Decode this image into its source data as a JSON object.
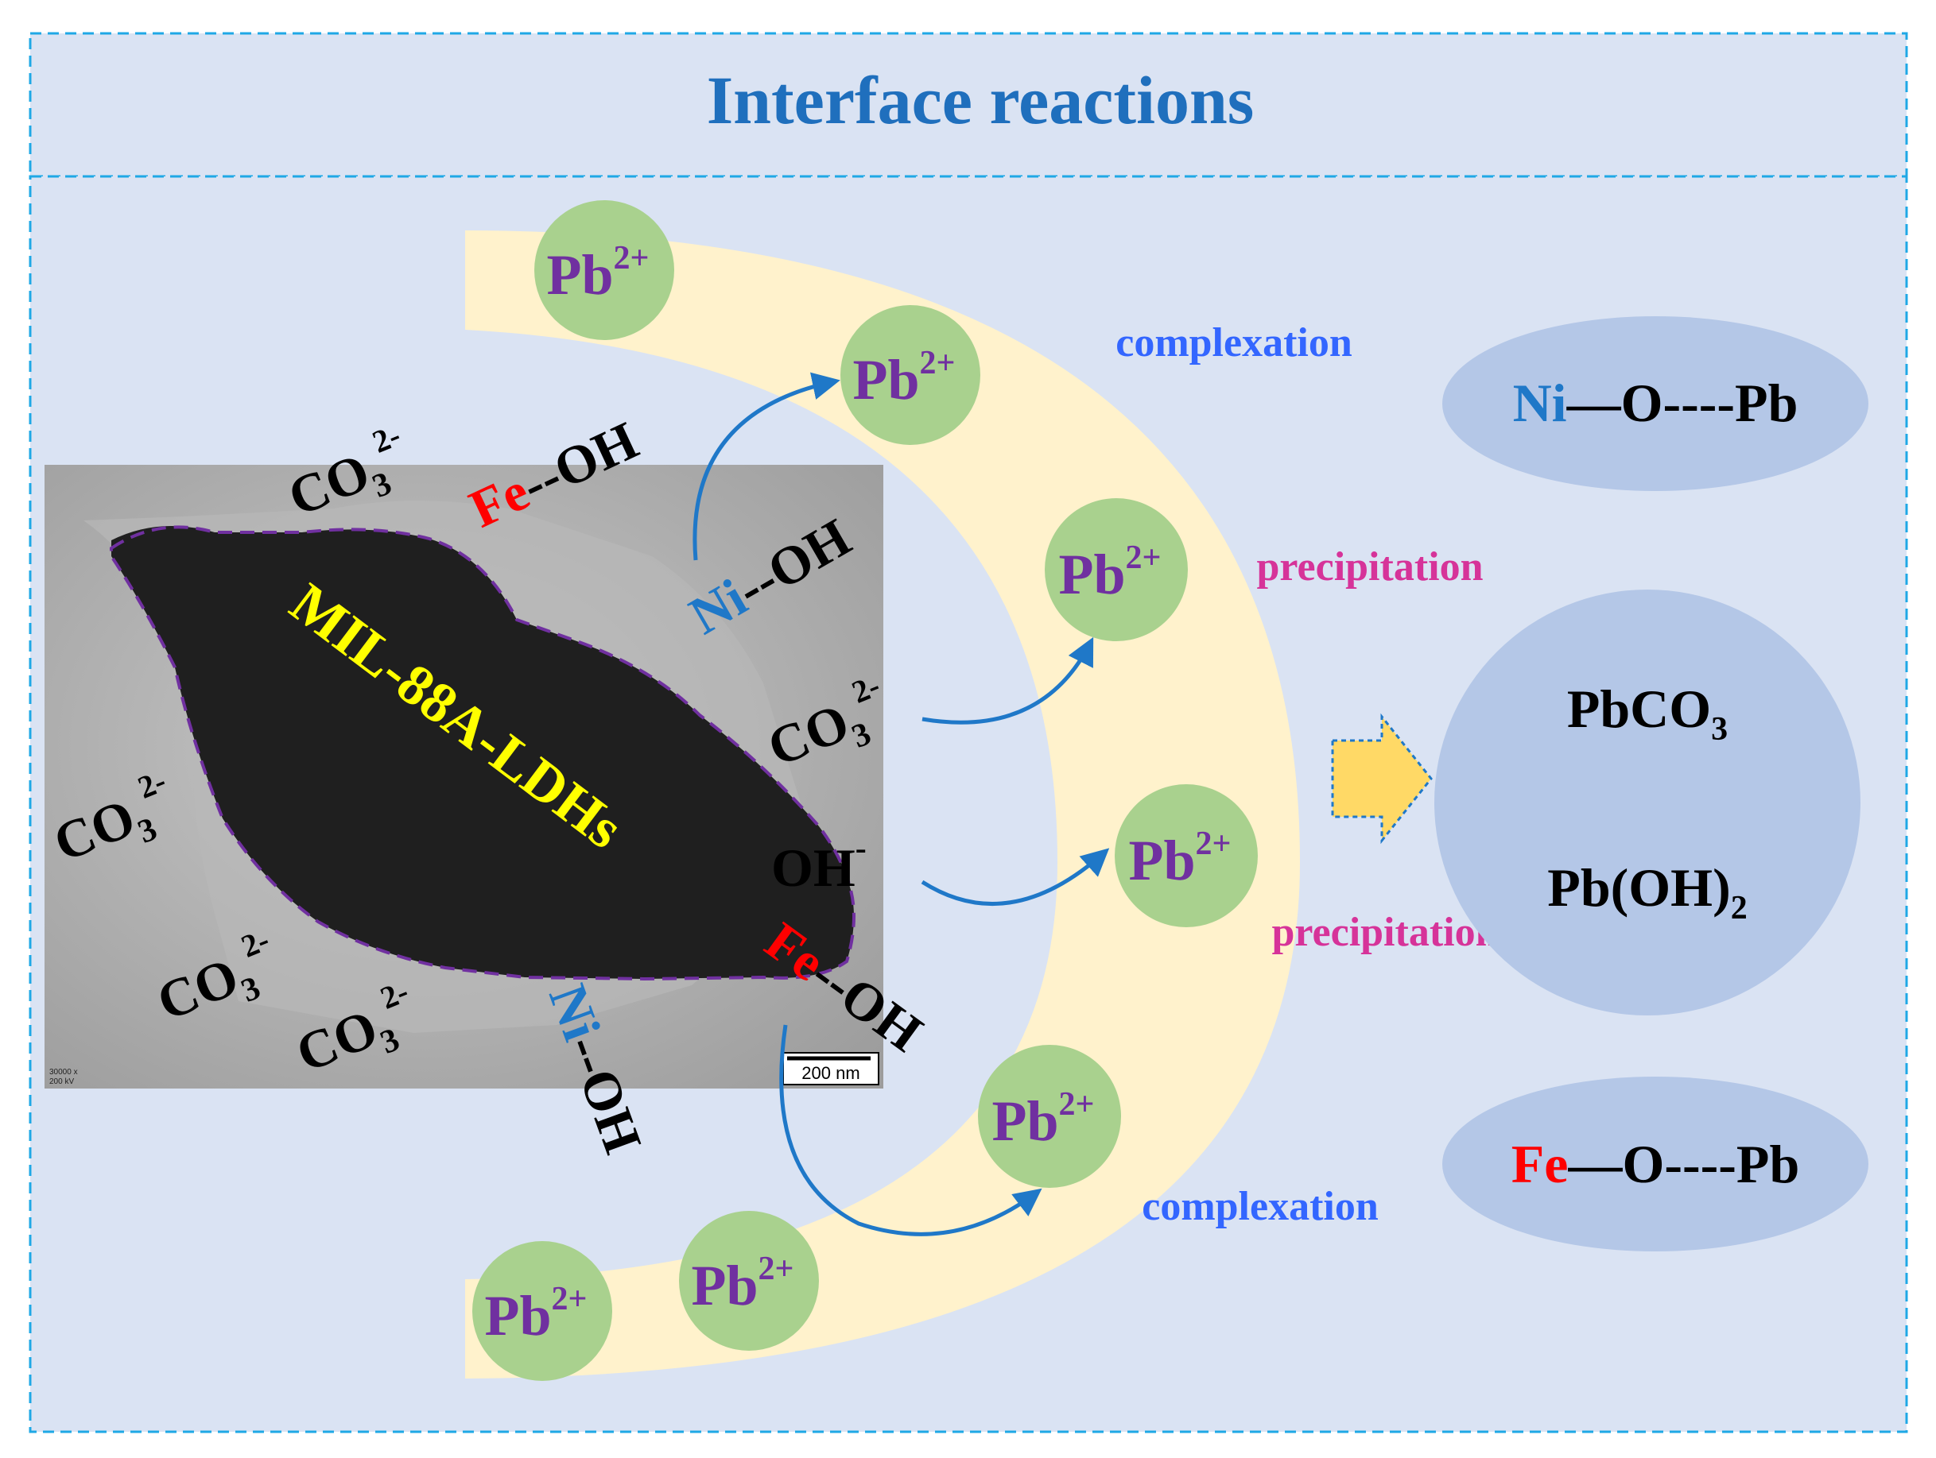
{
  "title": "Interface reactions",
  "particle_label": "MIL-88A-LDHs",
  "scale_bar": "200 nm",
  "microscope_info": [
    "30000 x",
    "200 kV"
  ],
  "pb_ion": {
    "base": "Pb",
    "charge": "2+"
  },
  "carbonate": {
    "base": "CO",
    "sub": "3",
    "sup": "2-"
  },
  "hydroxide": {
    "base": "OH",
    "sup": "-"
  },
  "fe": "Fe",
  "ni": "Ni",
  "oh_bond": "--OH",
  "process_labels": {
    "complexation_top": "complexation",
    "precipitation_1": "precipitation",
    "precipitation_2": "precipitation",
    "complexation_bottom": "complexation"
  },
  "products": {
    "ni_complex": {
      "metal": "Ni",
      "rest": "—O----Pb"
    },
    "fe_complex": {
      "metal": "Fe",
      "rest": "—O----Pb"
    },
    "pbco3": {
      "base": "PbCO",
      "sub": "3"
    },
    "pboh2": {
      "base": "Pb(OH)",
      "sub": "2"
    }
  },
  "colors": {
    "background": "#dae3f3",
    "border": "#1fa8e6",
    "title": "#1f6fbd",
    "band": "#fff2cc",
    "pb_circle": "#a9d18e",
    "pb_text": "#7030a0",
    "fe": "#ff0000",
    "ni": "#1f78c8",
    "complexation": "#3366ff",
    "precipitation": "#d63399",
    "product_ellipse": "#b4c7e7",
    "particle_label": "#ffff00",
    "arrow": "#1f78c8",
    "block_arrow": "#ffd966"
  }
}
